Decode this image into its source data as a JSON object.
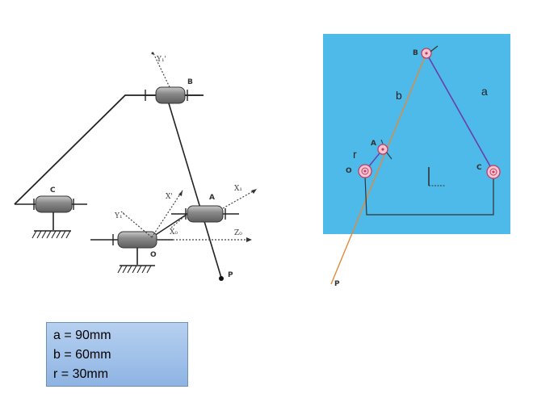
{
  "left_diagram": {
    "labels": {
      "B": "B",
      "C": "C",
      "A": "A",
      "O": "O",
      "P": "P",
      "Y1": "Y₁'",
      "Y2": "Y₁'",
      "X1": "X'",
      "X2": "X₁",
      "Xo": "X₀",
      "Zo": "Z₀"
    }
  },
  "right_diagram": {
    "labels": {
      "B": "B",
      "A": "A",
      "O": "O",
      "C": "C",
      "P": "P",
      "a": "a",
      "b": "b",
      "r": "r"
    },
    "colors": {
      "background": "#35b1e6",
      "link_a": "#6a3ea8",
      "link_b": "#e38a3a",
      "pivot": "#c23a64"
    }
  },
  "dimensions": {
    "lines": [
      "a = 90mm",
      "b = 60mm",
      "r = 30mm"
    ]
  }
}
